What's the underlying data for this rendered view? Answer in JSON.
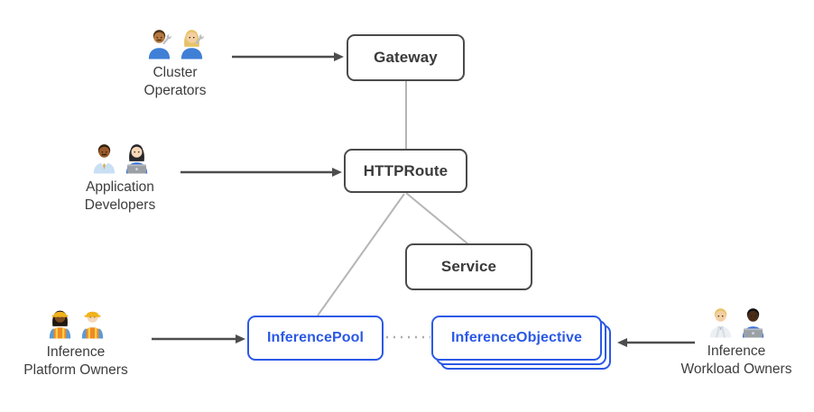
{
  "diagram": {
    "nodes": {
      "gateway": {
        "label": "Gateway",
        "style": "gray"
      },
      "httproute": {
        "label": "HTTPRoute",
        "style": "gray"
      },
      "service": {
        "label": "Service",
        "style": "gray"
      },
      "inference_pool": {
        "label": "InferencePool",
        "style": "blue"
      },
      "inference_objective": {
        "label": "InferenceObjective",
        "style": "blue-stacked"
      }
    },
    "actors": [
      {
        "name": "cluster-operators",
        "label_lines": [
          "Cluster",
          "Operators"
        ],
        "icons": [
          "man-mechanic",
          "woman-mechanic"
        ]
      },
      {
        "name": "application-developers",
        "label_lines": [
          "Application",
          "Developers"
        ],
        "icons": [
          "man-office-worker",
          "woman-technologist"
        ]
      },
      {
        "name": "inference-platform-owners",
        "label_lines": [
          "Inference",
          "Platform Owners"
        ],
        "icons": [
          "woman-construction-worker",
          "man-construction-worker"
        ]
      },
      {
        "name": "inference-workload-owners",
        "label_lines": [
          "Inference",
          "Workload Owners"
        ],
        "icons": [
          "health-worker",
          "man-technologist"
        ]
      }
    ],
    "edges": [
      {
        "from": "Gateway",
        "to": "HTTPRoute",
        "style": "solid-line"
      },
      {
        "from": "HTTPRoute",
        "to": "Service",
        "style": "solid-line"
      },
      {
        "from": "HTTPRoute",
        "to": "InferencePool",
        "style": "solid-line"
      },
      {
        "from": "InferencePool",
        "to": "InferenceObjective",
        "style": "dotted-line"
      },
      {
        "from": "Cluster Operators",
        "to": "Gateway",
        "style": "arrow"
      },
      {
        "from": "Application Developers",
        "to": "HTTPRoute",
        "style": "arrow"
      },
      {
        "from": "Inference Platform Owners",
        "to": "InferencePool",
        "style": "arrow"
      },
      {
        "from": "Inference Workload Owners",
        "to": "InferenceObjective",
        "style": "arrow"
      }
    ],
    "colors": {
      "background": "#ffffff",
      "box_border": "#4a4a4a",
      "box_text": "#3a3a3a",
      "blue": "#2b59e6",
      "line": "#b5b5b5",
      "dot": "#ababab",
      "arrow": "#4d4d4d",
      "label_text": "#3d3d3d"
    }
  }
}
